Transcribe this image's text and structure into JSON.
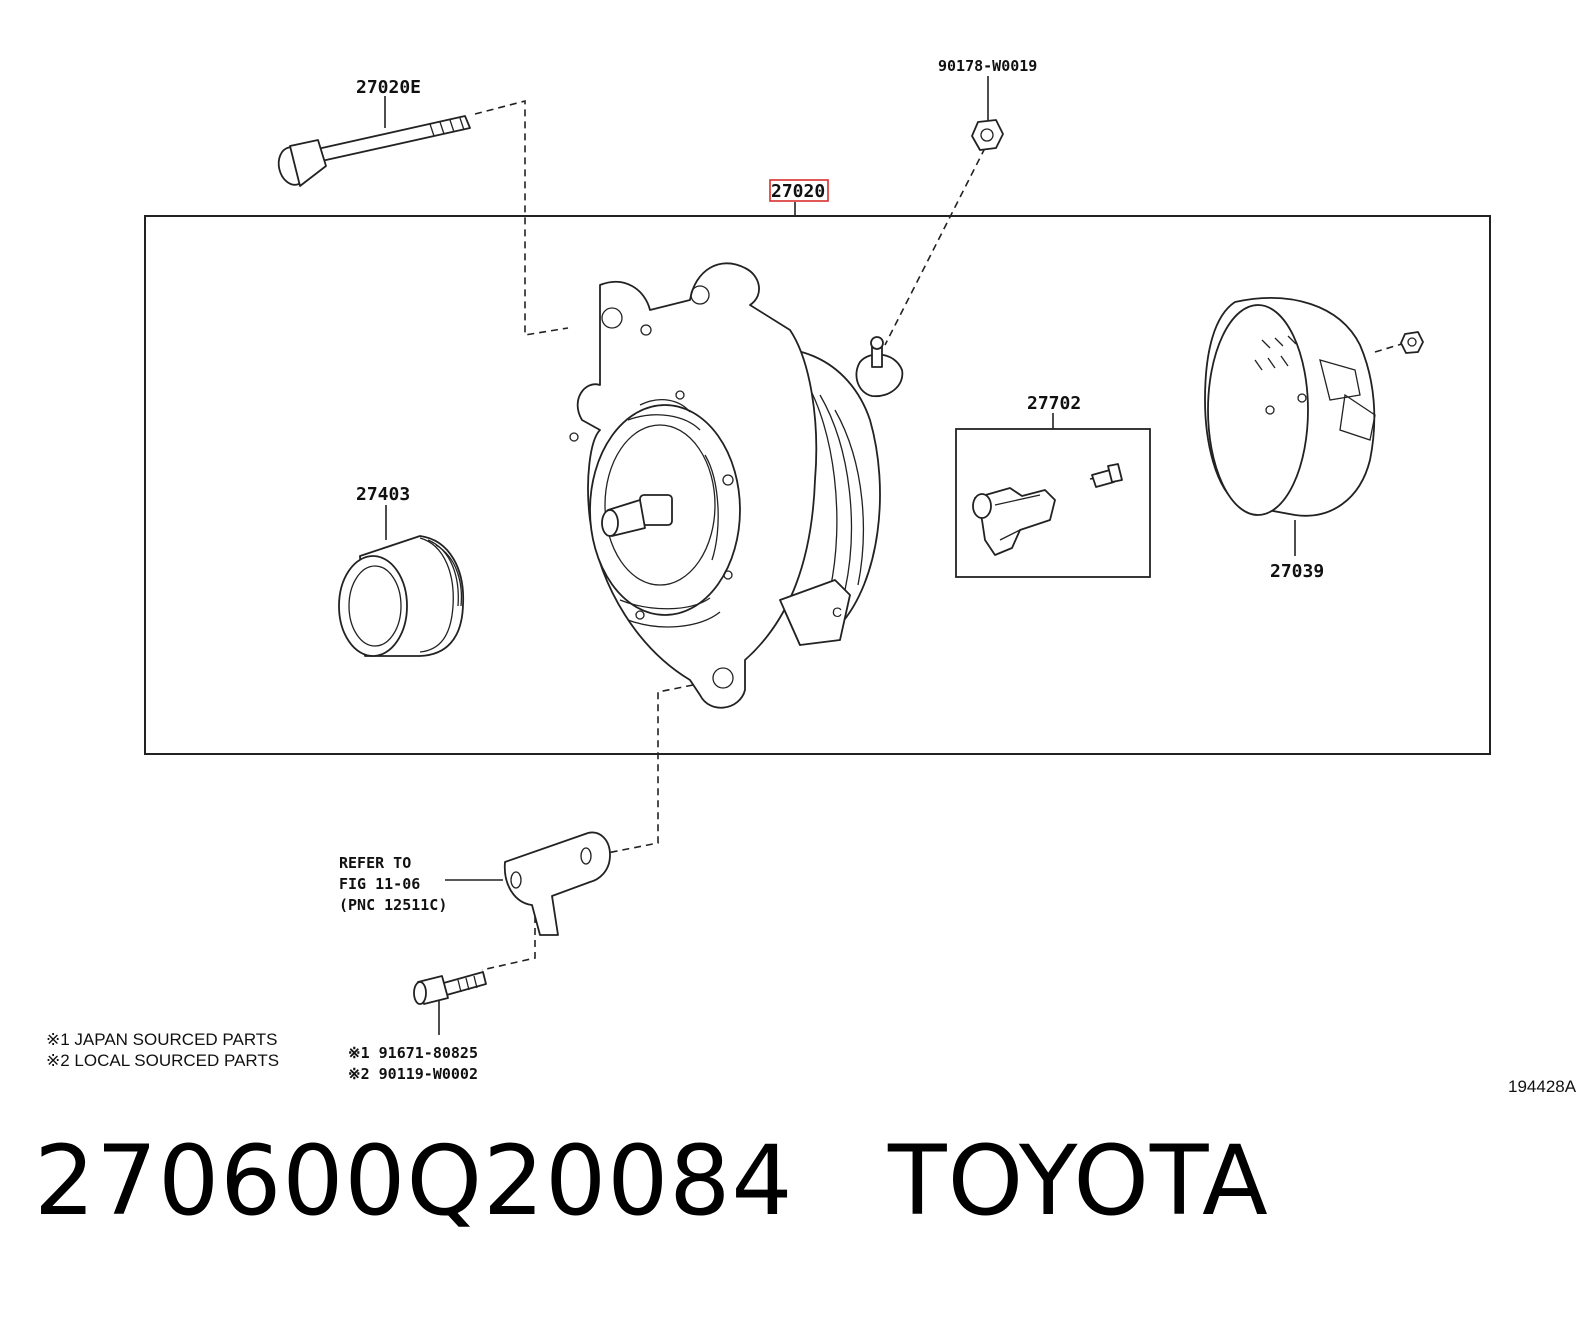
{
  "labels": {
    "bolt_top": "27020E",
    "nut_top": "90178-W0019",
    "alternator": "27020",
    "regulator_kit": "27702",
    "pulley": "27403",
    "rear_cover": "27039",
    "refer_line1": "REFER TO",
    "refer_line2": "FIG 11-06",
    "refer_line3": "(PNC 12511C)",
    "bolt_bottom_1": "※1 91671-80825",
    "bolt_bottom_2": "※2 90119-W0002"
  },
  "notes": {
    "note1": "※1 JAPAN SOURCED PARTS",
    "note2": "※2 LOCAL SOURCED PARTS"
  },
  "diagram_code": "194428A",
  "title": "270600Q20084   TOYOTA",
  "colors": {
    "highlight": "#d9302c",
    "line": "#222222"
  }
}
